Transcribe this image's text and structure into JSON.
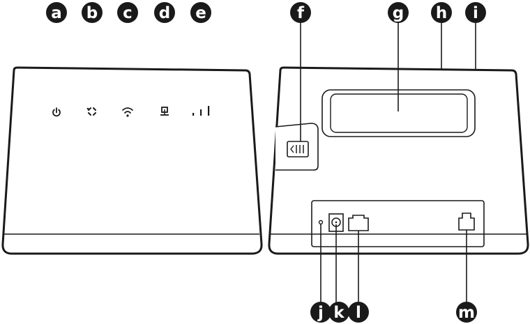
{
  "figure": {
    "front_view": {
      "indicators": [
        {
          "letter": "a",
          "icon": "power-icon"
        },
        {
          "letter": "b",
          "icon": "network-mode-icon"
        },
        {
          "letter": "c",
          "icon": "wifi-icon"
        },
        {
          "letter": "d",
          "icon": "lan-icon"
        },
        {
          "letter": "e",
          "icon": "signal-strength-icon"
        }
      ]
    },
    "back_view": {
      "parts": [
        {
          "letter": "f",
          "icon": "sim-card-slot-cover"
        },
        {
          "letter": "g",
          "icon": "product-label"
        },
        {
          "letter": "h",
          "icon": "top-edge"
        },
        {
          "letter": "i",
          "icon": "top-edge-corner"
        },
        {
          "letter": "j",
          "icon": "reset-hole"
        },
        {
          "letter": "k",
          "icon": "power-port"
        },
        {
          "letter": "l",
          "icon": "lan-wan-port"
        },
        {
          "letter": "m",
          "icon": "telephone-port"
        }
      ]
    },
    "colors": {
      "outline": "#1a1a1a",
      "callout_fill": "#1a1a1a",
      "callout_text": "#ffffff",
      "background": "#ffffff"
    }
  }
}
